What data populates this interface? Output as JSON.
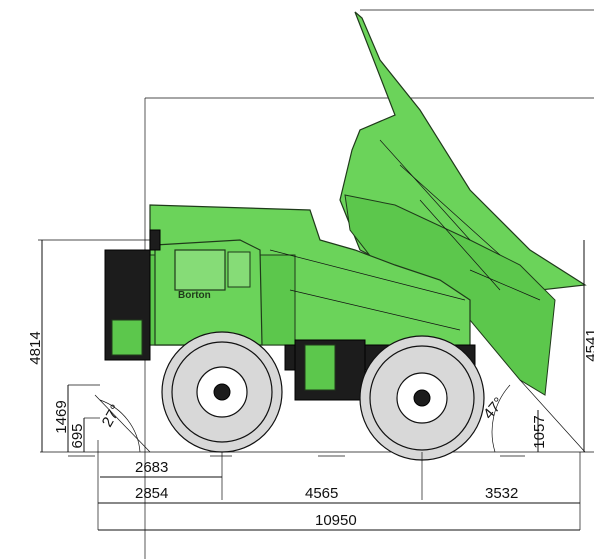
{
  "diagram": {
    "brand_label": "Borton",
    "dimensions": {
      "total_height": "4814",
      "dump_height_partial": "4541",
      "ground_clearance_front": "1469",
      "step_height": "695",
      "front_overhang_to_axle": "2683",
      "front_length": "2854",
      "wheelbase": "4565",
      "rear_overhang": "3532",
      "overall_length": "10950",
      "rear_clearance": "1057",
      "approach_angle": "27°",
      "departure_angle": "47°"
    }
  },
  "colors": {
    "body": "#6bd35a",
    "outline": "#1f3a1a",
    "tire": "#d8d8d8"
  }
}
